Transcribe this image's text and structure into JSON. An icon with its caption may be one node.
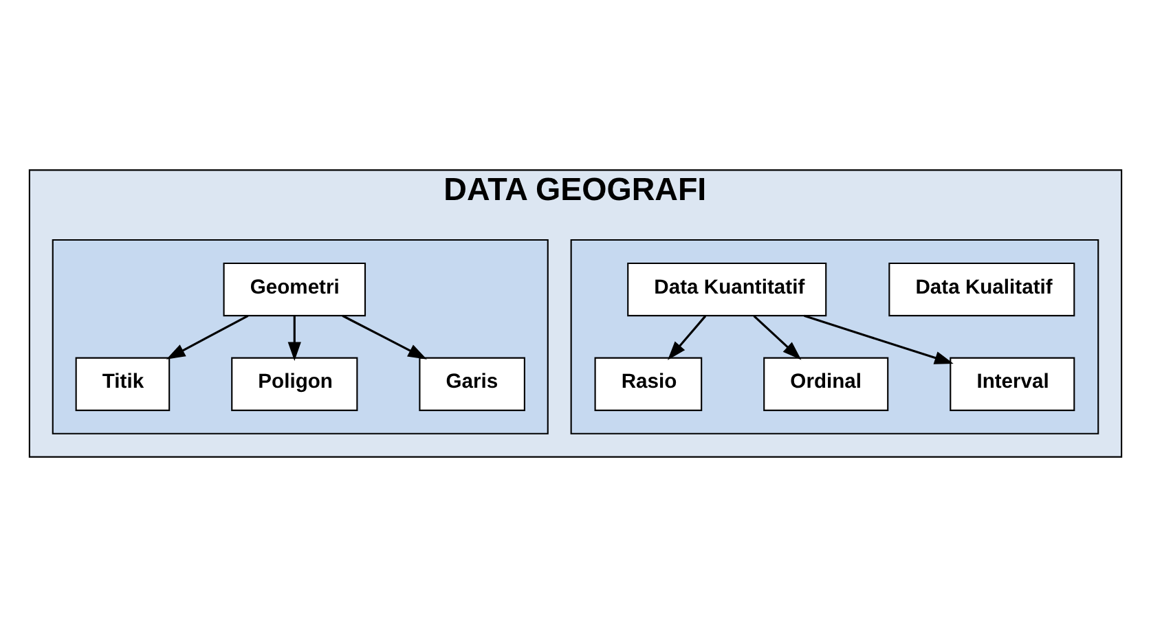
{
  "diagram": {
    "nodes": [
      {
        "text": [
          "DATA GEOGRAFI"
        ]
      },
      {
        "text": [],
        "shape": "box",
        "in": 0
      },
      {
        "text": [],
        "shape": "box",
        "in": 0
      },
      {
        "text": [
          "Geometri"
        ],
        "in": 1
      },
      {
        "text": [
          "Titik"
        ],
        "in": 1
      },
      {
        "text": [
          "Poligon"
        ],
        "in": 1
      },
      {
        "text": [
          "Garis"
        ],
        "in": 1
      },
      {
        "text": [
          "Data Kualitatif"
        ],
        "in": 2
      },
      {
        "text": [
          "Data Kuantitatif"
        ],
        "in": 2
      },
      {
        "text": [
          "Rasio"
        ],
        "in": 2
      },
      {
        "text": [
          "Ordinal"
        ],
        "in": 2
      },
      {
        "text": [
          "Interval"
        ],
        "in": 2
      }
    ],
    "edges": [
      {
        "from": 3,
        "to": 4,
        "arrow": "to"
      },
      {
        "from": 3,
        "to": 5,
        "arrow": "to"
      },
      {
        "from": 3,
        "to": 6,
        "arrow": "to"
      },
      {
        "from": 8,
        "to": 9,
        "arrow": "to"
      },
      {
        "from": 8,
        "to": 10,
        "arrow": "to"
      },
      {
        "from": 8,
        "to": 11,
        "arrow": "to"
      }
    ]
  }
}
